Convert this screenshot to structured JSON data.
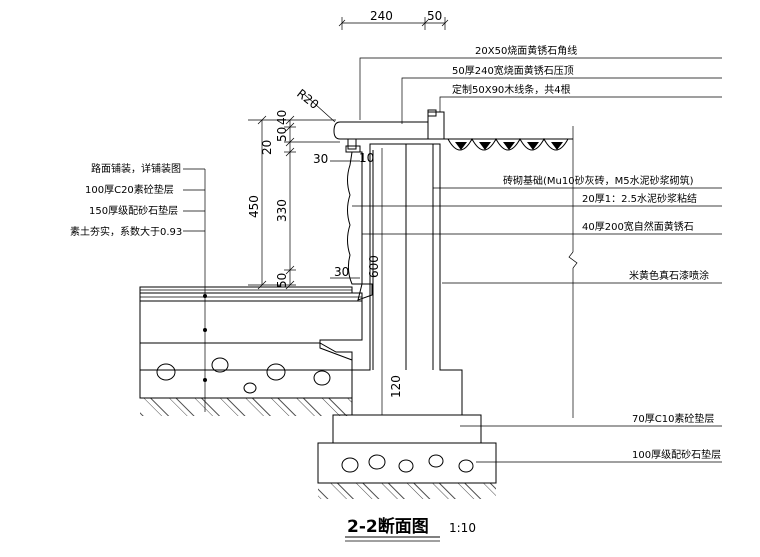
{
  "title": "2-2断面图",
  "scale": "1:10",
  "dimensions": {
    "top_240": "240",
    "top_50": "50",
    "radius": "R20",
    "d20": "20",
    "d50": "50",
    "d40": "40",
    "d450": "450",
    "d330": "330",
    "d50b": "50",
    "d30a": "30",
    "d10": "10",
    "d30b": "30",
    "d600": "600",
    "d120": "120"
  },
  "labels_right": [
    "20X50烧面黄锈石角线",
    "50厚240宽烧面黄锈石压顶",
    "定制50X90木线条，共4根",
    "砖砌基础(Mu10砂灰砖，M5水泥砂浆砌筑)",
    "20厚1：2.5水泥砂浆粘结",
    "40厚200宽自然面黄锈石",
    "米黄色真石漆喷涂",
    "70厚C10素砼垫层",
    "100厚级配砂石垫层"
  ],
  "labels_left": [
    "路面铺装，详铺装图",
    "100厚C20素砼垫层",
    "150厚级配砂石垫层",
    "素土夯实，系数大于0.93"
  ]
}
